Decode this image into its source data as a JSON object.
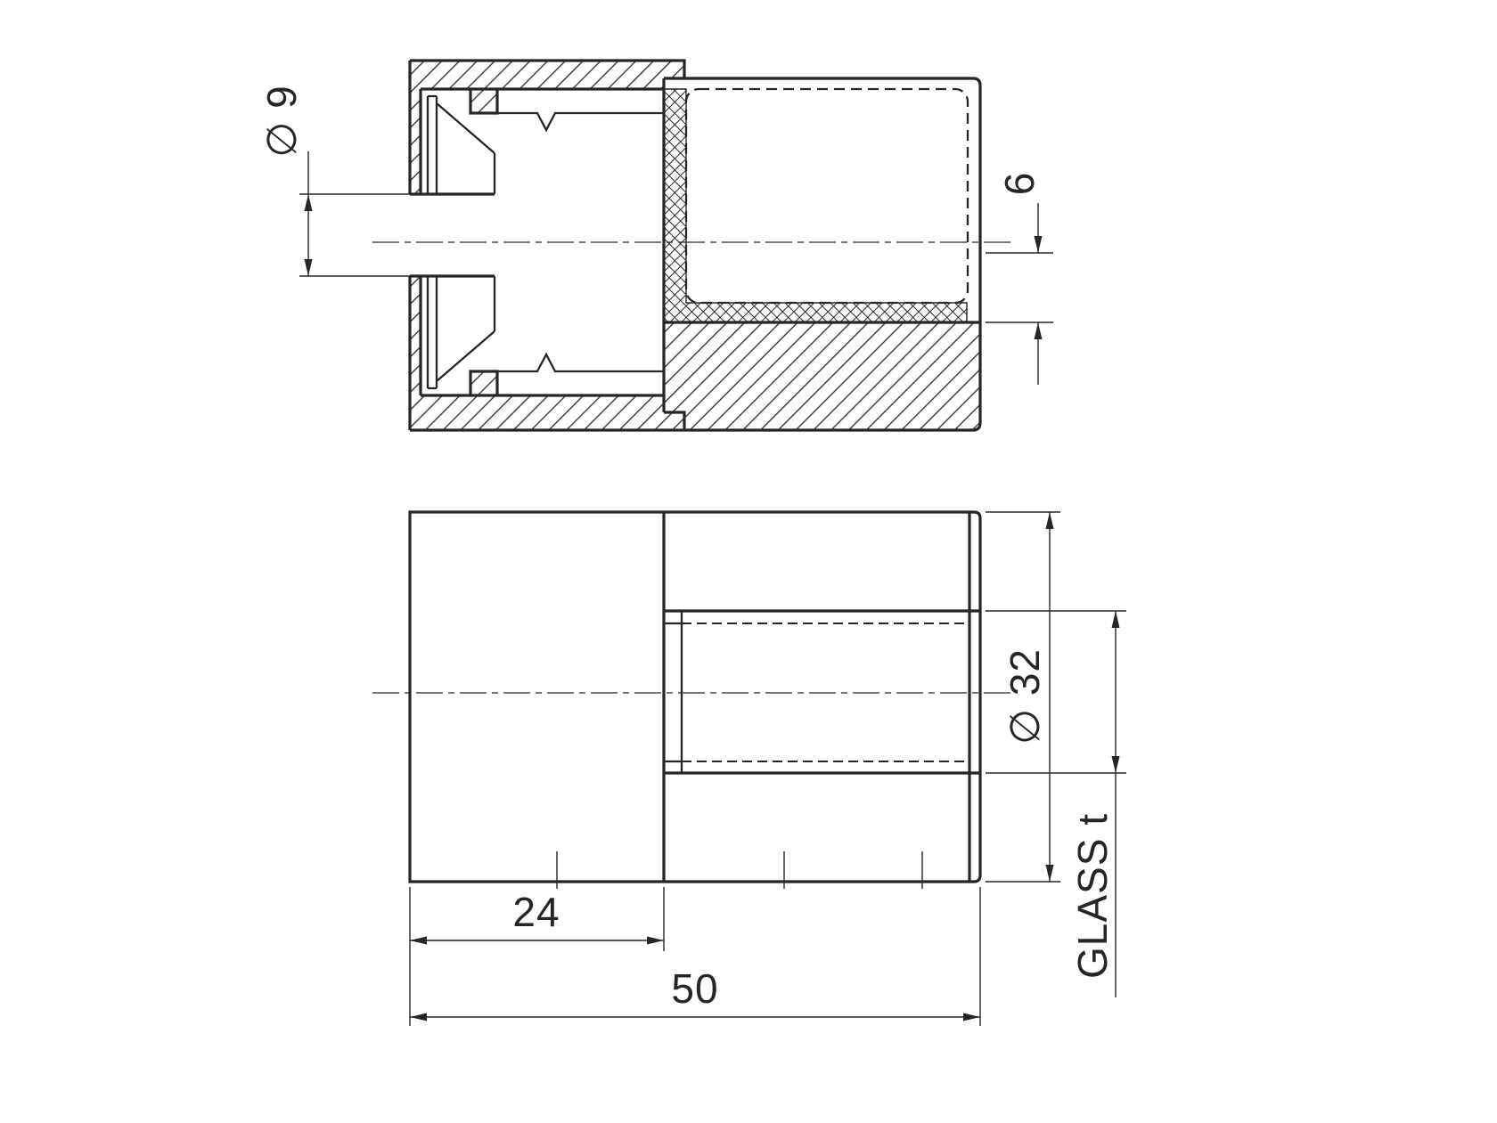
{
  "drawing": {
    "colors": {
      "line": "#262626",
      "background": "#ffffff"
    },
    "dimensions": {
      "dia9": "∅ 9",
      "six": "6",
      "twentyfour": "24",
      "fifty": "50",
      "dia32": "∅ 32",
      "glass_t": "GLASS t"
    }
  }
}
